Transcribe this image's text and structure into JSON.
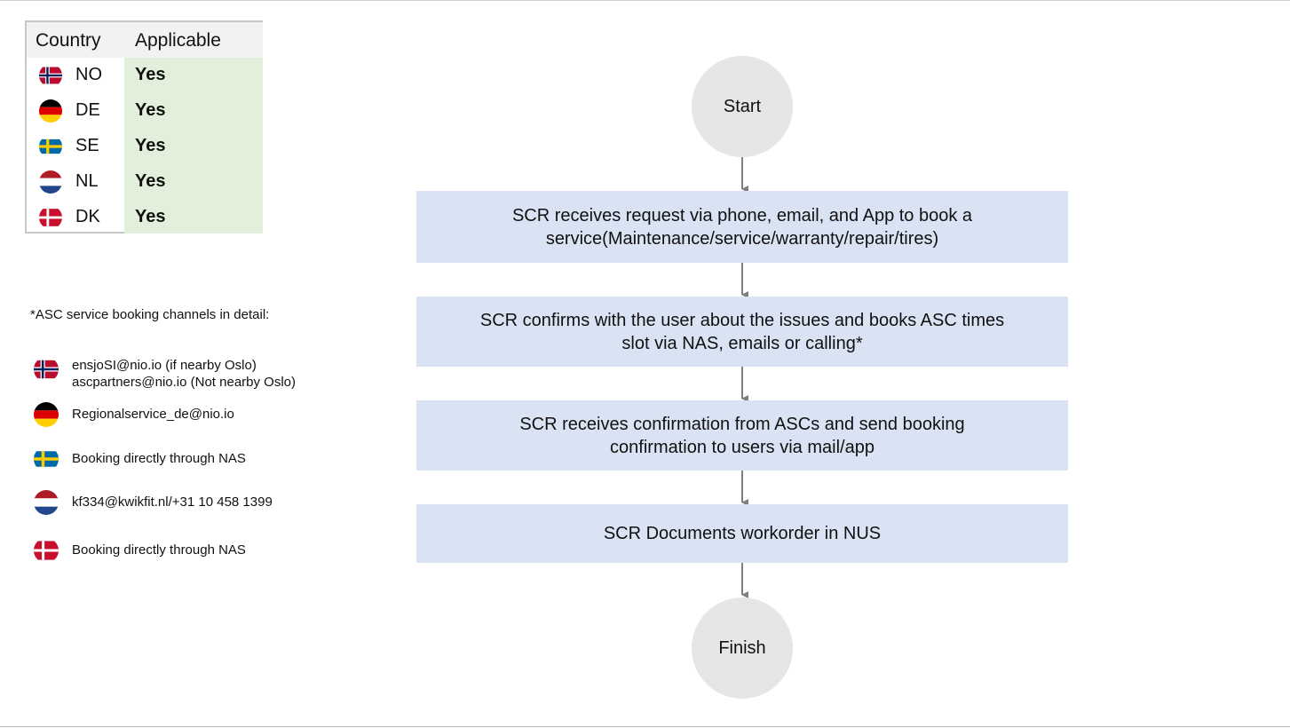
{
  "table": {
    "header": {
      "country": "Country",
      "applicable": "Applicable"
    },
    "rows": [
      {
        "code": "NO",
        "value": "Yes",
        "flag": "norway-flag-icon"
      },
      {
        "code": "DE",
        "value": "Yes",
        "flag": "germany-flag-icon"
      },
      {
        "code": "SE",
        "value": "Yes",
        "flag": "sweden-flag-icon"
      },
      {
        "code": "NL",
        "value": "Yes",
        "flag": "netherlands-flag-icon"
      },
      {
        "code": "DK",
        "value": "Yes",
        "flag": "denmark-flag-icon"
      }
    ]
  },
  "channels": {
    "title": "*ASC service booking channels in detail:",
    "items": [
      {
        "flag": "norway-flag-icon",
        "line1": "ensjoSI@nio.io  (if nearby Oslo)",
        "line2": "ascpartners@nio.io  (Not nearby Oslo)"
      },
      {
        "flag": "germany-flag-icon",
        "line1": "Regionalservice_de@nio.io"
      },
      {
        "flag": "sweden-flag-icon",
        "line1": "Booking directly through NAS"
      },
      {
        "flag": "netherlands-flag-icon",
        "line1": "kf334@kwikfit.nl/+31 10 458 1399"
      },
      {
        "flag": "denmark-flag-icon",
        "line1": "Booking directly through NAS"
      }
    ]
  },
  "flow": {
    "start": "Start",
    "finish": "Finish",
    "steps": [
      {
        "line1": "SCR receives request via phone, email, and App to book a",
        "line2": "service(Maintenance/service/warranty/repair/tires)"
      },
      {
        "line1": "SCR confirms with the user about the issues and books ASC times",
        "line2": "slot via NAS, emails or calling*"
      },
      {
        "line1": "SCR receives confirmation from ASCs and send booking",
        "line2": "confirmation to users via mail/app"
      },
      {
        "line1": "SCR Documents workorder in NUS"
      }
    ]
  },
  "colors": {
    "step_fill": "#dae3f3",
    "terminal_fill": "#e6e6e6",
    "applicable_fill": "#e2efda",
    "header_fill": "#f2f2f2",
    "arrow": "#7f7f7f"
  }
}
